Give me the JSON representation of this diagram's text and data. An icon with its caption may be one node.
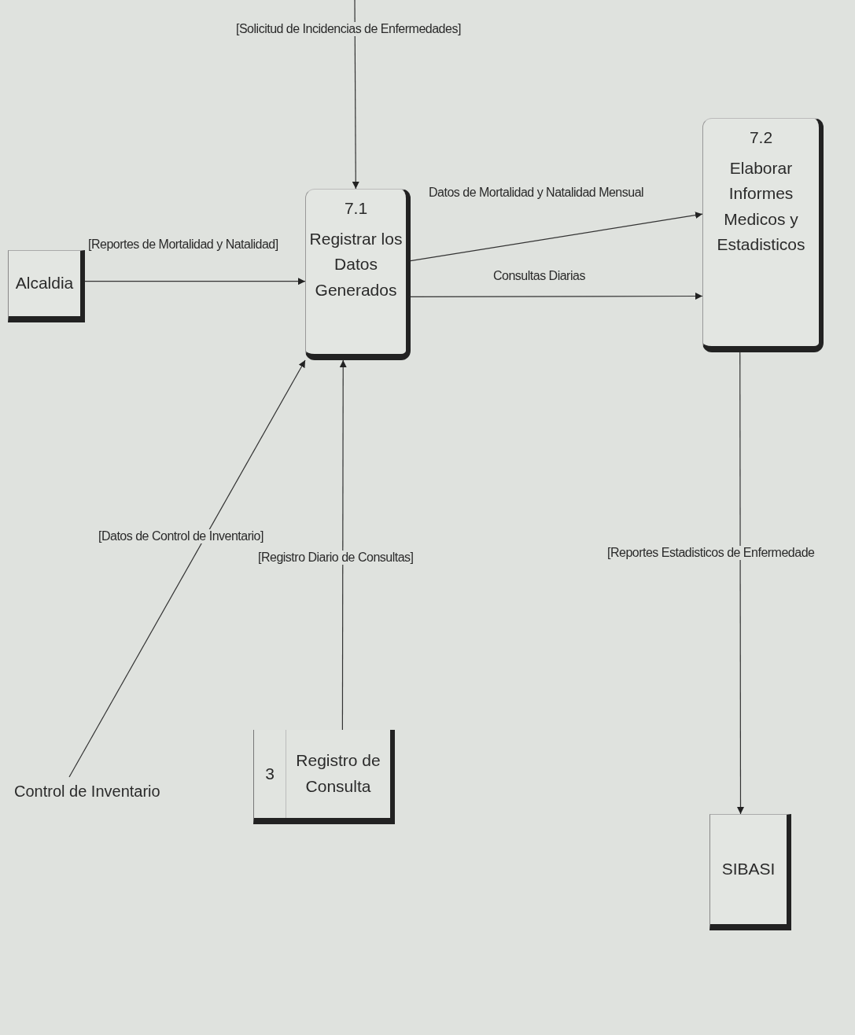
{
  "diagram": {
    "nodes": [
      {
        "text": [
          "Alcaldia"
        ]
      },
      {
        "text": [
          "7.1",
          "Registrar los Datos Generados"
        ]
      },
      {
        "text": [
          "7.2",
          "Elaborar Informes Medicos y Estadisticos"
        ]
      },
      {
        "text": [
          "Control de Inventario"
        ]
      },
      {
        "text": [
          "3",
          "Registro de Consulta"
        ]
      },
      {
        "text": [
          "SIBASI"
        ]
      }
    ],
    "edges": [
      {
        "from": null,
        "to": 1,
        "arrow": "to",
        "label": "[Solicitud de Incidencias de Enfermedades]"
      },
      {
        "from": 0,
        "to": 1,
        "arrow": "to",
        "label": "[Reportes de Mortalidad y Natalidad]"
      },
      {
        "from": 1,
        "to": 2,
        "arrow": "to",
        "label": "Datos de Mortalidad y Natalidad Mensual"
      },
      {
        "from": 1,
        "to": 2,
        "arrow": "to",
        "label": "Consultas Diarias"
      },
      {
        "from": 3,
        "to": 1,
        "arrow": "to",
        "label": "[Datos de Control de Inventario]"
      },
      {
        "from": 4,
        "to": 1,
        "arrow": "to",
        "label": "[Registro Diario de Consultas]"
      },
      {
        "from": 2,
        "to": 5,
        "arrow": "to",
        "label": "[Reportes Estadisticos de Enfermedade"
      }
    ]
  }
}
